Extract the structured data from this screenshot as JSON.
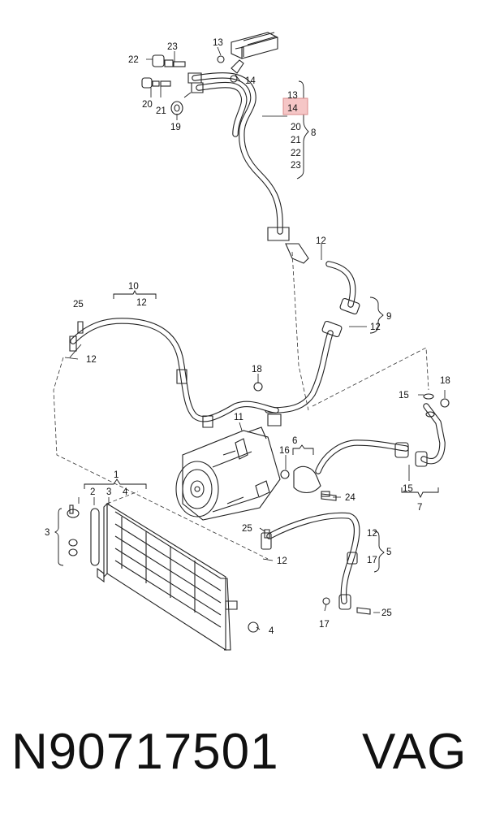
{
  "footer": {
    "part_number": "N90717501",
    "brand": "VAG"
  },
  "callouts": {
    "c13a": "13",
    "c23a": "23",
    "c22a": "22",
    "c14a": "14",
    "c20a": "20",
    "c21a": "21",
    "c19a": "19",
    "g13": "13",
    "g14": "14",
    "g20": "20",
    "g8": "8",
    "g21": "21",
    "g22": "22",
    "g23": "23",
    "c12a": "12",
    "c9": "9",
    "c12b": "12",
    "c10": "10",
    "c12c": "12",
    "c25a": "25",
    "c12d": "12",
    "c18a": "18",
    "c11": "11",
    "c15a": "15",
    "c18b": "18",
    "c6": "6",
    "c16": "16",
    "c24": "24",
    "c15b": "15",
    "c7": "7",
    "c1": "1",
    "c2": "2",
    "c3a": "3",
    "c4a": "4",
    "c3b": "3",
    "c25b": "25",
    "c12e": "12",
    "c12f": "12",
    "c17a": "17",
    "c5": "5",
    "c17b": "17",
    "c25c": "25",
    "c4b": "4"
  },
  "highlight": {
    "label": "14",
    "color": "#f5c6c6"
  }
}
